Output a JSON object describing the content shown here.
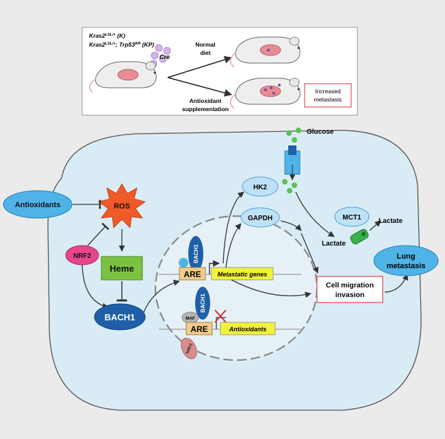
{
  "header_panel": {
    "genotype_k": "Kras2",
    "genotype_k_sup": "LSL/+",
    "genotype_k_abbr": "(K)",
    "genotype_kp_prefix": "Kras2",
    "genotype_kp_sup1": "LSL/+",
    "genotype_kp_mid": "; Trp53",
    "genotype_kp_sup2": "fl/fl",
    "genotype_kp_abbr": "(KP)",
    "cre_label": "Cre",
    "normal_diet_line1": "Normal",
    "normal_diet_line2": "diet",
    "antioxidant_line1": "Antioxidant",
    "antioxidant_line2": "supplementation",
    "increased_line1": "Increased",
    "increased_line2": "metastasis"
  },
  "pathway": {
    "antioxidants": "Antioxidants",
    "ros": "ROS",
    "nrf2": "NRF2",
    "heme": "Heme",
    "bach1": "BACH1",
    "bach1_small": "BACH1",
    "are": "ARE",
    "maf": "MAF",
    "nrf2_small": "NRF2",
    "metastatic_genes": "Metastatic genes",
    "antioxidants_gene": "Antioxidants",
    "hk2": "HK2",
    "gapdh": "GAPDH",
    "mct1": "MCT1",
    "glucose": "Glucose",
    "lactate_in": "Lactate",
    "lactate_out": "Lactate",
    "cell_migration_line1": "Cell migration",
    "cell_migration_line2": "invasion",
    "lung_metastasis_line1": "Lung",
    "lung_metastasis_line2": "metastasis"
  },
  "colors": {
    "background": "#ebebeb",
    "cell_fill": "#d9ecf5",
    "nucleus_fill": "#e6f1f7",
    "ellipse_blue": "#4fb3e8",
    "ros_orange": "#f05a28",
    "nrf2_pink": "#e8468b",
    "heme_green": "#7cc242",
    "bach1_dark": "#1f5fa8",
    "are_tan": "#f1cc8f",
    "gene_yellow": "#f2f238",
    "enzyme_light": "#bfe1f6",
    "mct1_green": "#3ab04a",
    "box_red": "#e0545a",
    "glucose_green": "#5cbf55"
  }
}
